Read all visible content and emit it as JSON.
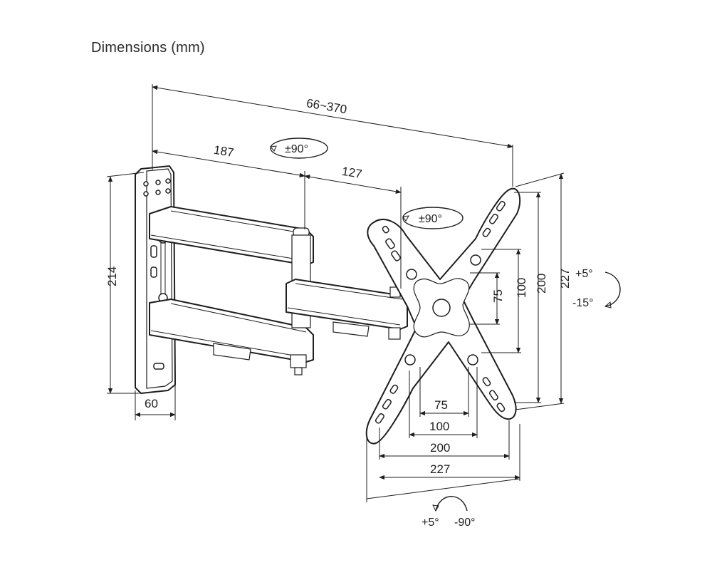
{
  "title": "Dimensions (mm)",
  "dimensions": {
    "arm_extension": "66~370",
    "arm_first_segment": "187",
    "arm_second_segment": "127",
    "plate_height": "214",
    "plate_width": "60",
    "vesa_h_75": "75",
    "vesa_h_100": "100",
    "vesa_h_200": "200",
    "vesa_h_227": "227",
    "vesa_v_75": "75",
    "vesa_v_100": "100",
    "vesa_v_200": "200",
    "vesa_v_227": "227"
  },
  "rotations": {
    "arm_swivel": "±90°",
    "head_swivel": "±90°",
    "tilt_up": "+5°",
    "tilt_down": "-15°",
    "rotate_left": "+5°",
    "rotate_right": "-90°"
  }
}
